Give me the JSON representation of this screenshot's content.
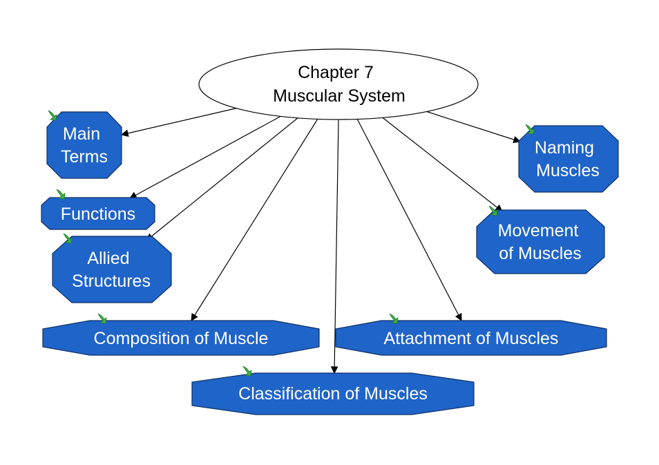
{
  "center": {
    "line1": "Chapter  7",
    "line2": "Muscular System"
  },
  "nodes": {
    "main_terms": [
      "Main",
      "Terms"
    ],
    "functions": [
      "Functions"
    ],
    "allied_structures": [
      "Allied",
      "Structures"
    ],
    "composition": [
      "Composition of Muscle"
    ],
    "classification": [
      "Classification of Muscles"
    ],
    "attachment": [
      "Attachment of Muscles"
    ],
    "movement": [
      "Movement",
      "of Muscles"
    ],
    "naming": [
      "Naming",
      "Muscles"
    ]
  },
  "colors": {
    "node_fill": "#1f64c8",
    "node_text": "#ffffff",
    "hyperlink_icon": "#3cb043"
  },
  "icon": "hyperlink-arrow-icon"
}
